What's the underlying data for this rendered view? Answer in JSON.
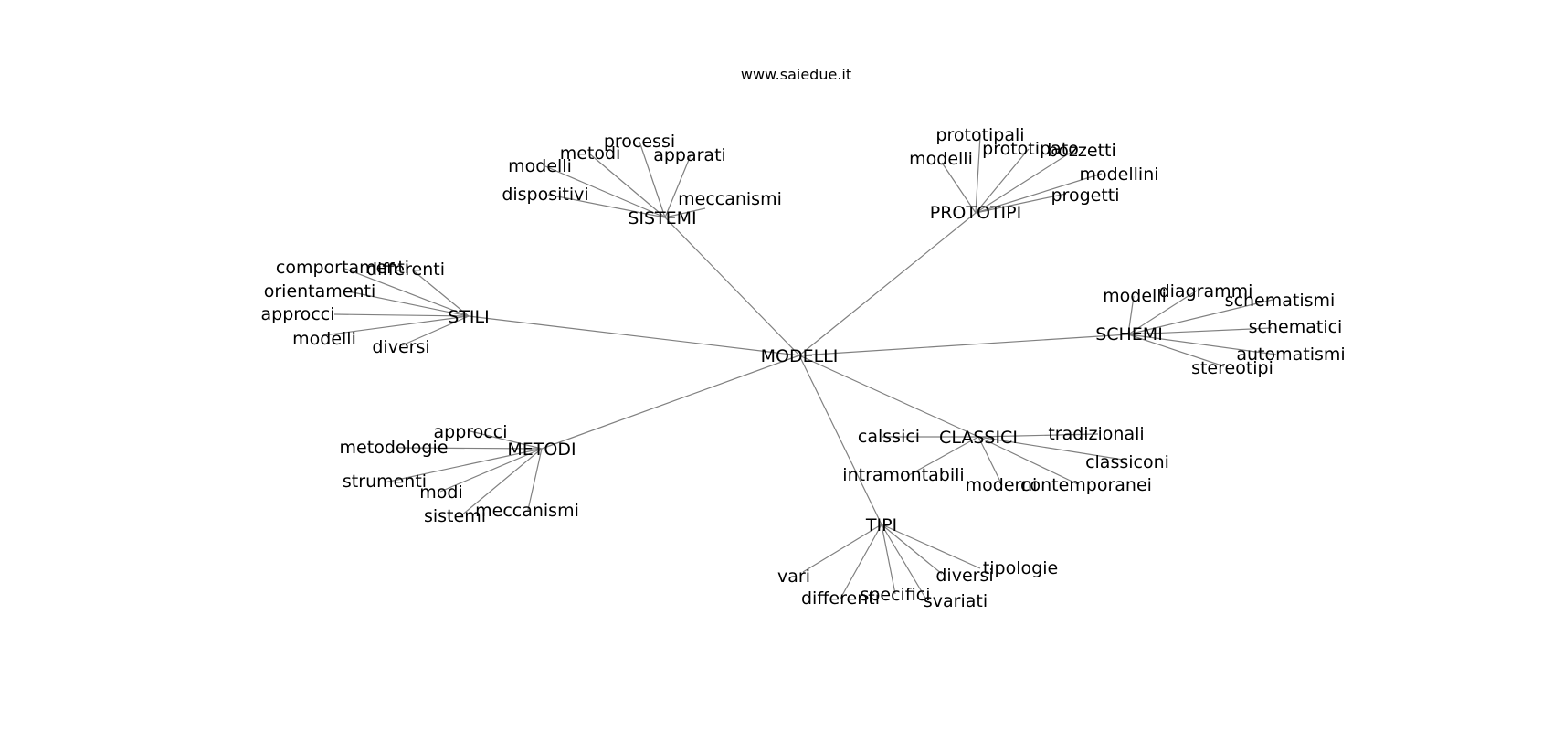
{
  "site_title": "www.saiedue.it",
  "diagram": {
    "type": "radial-word-map",
    "edge_color": "#808080",
    "text_color": "#000000",
    "root": "MODELLI",
    "branches": [
      {
        "id": "sistemi",
        "label": "SISTEMI",
        "words": [
          "processi",
          "metodi",
          "modelli",
          "apparati",
          "dispositivi",
          "meccanismi"
        ]
      },
      {
        "id": "prototipi",
        "label": "PROTOTIPI",
        "words": [
          "prototipali",
          "modelli",
          "prototipato",
          "bozzetti",
          "modellini",
          "progetti"
        ]
      },
      {
        "id": "stili",
        "label": "STILI",
        "words": [
          "comportamenti",
          "differenti",
          "orientamenti",
          "approcci",
          "modelli",
          "diversi"
        ]
      },
      {
        "id": "schemi",
        "label": "SCHEMI",
        "words": [
          "modelli",
          "diagrammi",
          "schematismi",
          "schematici",
          "automatismi",
          "stereotipi"
        ]
      },
      {
        "id": "metodi",
        "label": "METODI",
        "words": [
          "approcci",
          "metodologie",
          "strumenti",
          "modi",
          "sistemi",
          "meccanismi"
        ]
      },
      {
        "id": "classici",
        "label": "CLASSICI",
        "words": [
          "calssici",
          "tradizionali",
          "classiconi",
          "intramontabili",
          "moderni",
          "contemporanei"
        ]
      },
      {
        "id": "tipi",
        "label": "TIPI",
        "words": [
          "vari",
          "differenti",
          "specifici",
          "svariati",
          "diversi",
          "tipologie"
        ]
      }
    ]
  }
}
